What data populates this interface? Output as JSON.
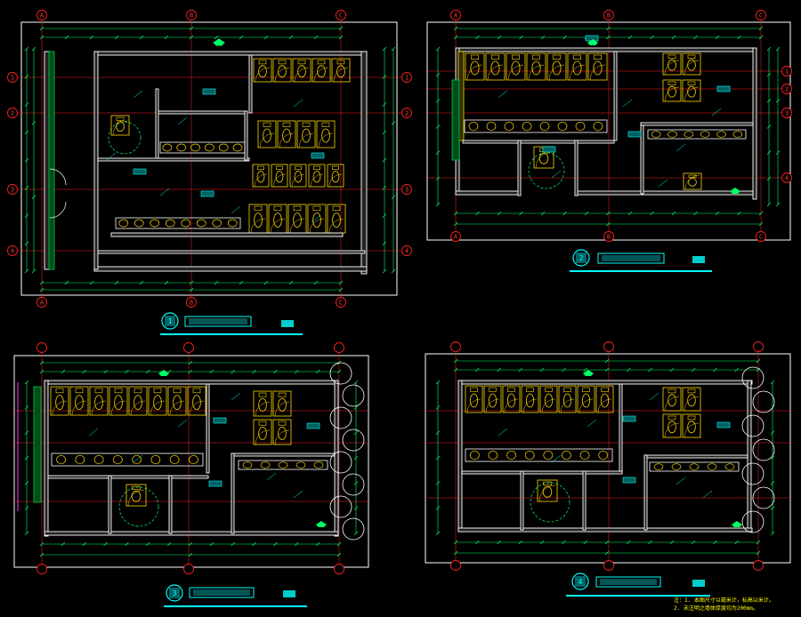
{
  "drawing": {
    "background": "#000000",
    "colors": {
      "frame": "#ffffff",
      "grid": "#ff2020",
      "dimension": "#00ff66",
      "wall": "#ffffff",
      "fixture": "#ffd700",
      "annotation": "#00ffff",
      "tree": "#ffffff",
      "note": "#ffff00",
      "entry": "#ff33ff"
    },
    "plans": [
      {
        "id": "plan-a",
        "title_label": "1"
      },
      {
        "id": "plan-b",
        "title_label": "2"
      },
      {
        "id": "plan-c",
        "title_label": "3"
      },
      {
        "id": "plan-d",
        "title_label": "4"
      }
    ],
    "grid_labels": {
      "plan_a_top": [
        "A",
        "B",
        "C"
      ],
      "plan_a_left": [
        "1",
        "2",
        "3",
        "4"
      ],
      "plan_b_top": [
        "A",
        "B",
        "C"
      ],
      "plan_b_right": [
        "1",
        "2",
        "3",
        "4"
      ]
    },
    "note_lines": [
      "注：1. 本图尺寸以毫米计，标高以米计。",
      "2. 未注明之墙体厚度均为200mm。"
    ]
  }
}
